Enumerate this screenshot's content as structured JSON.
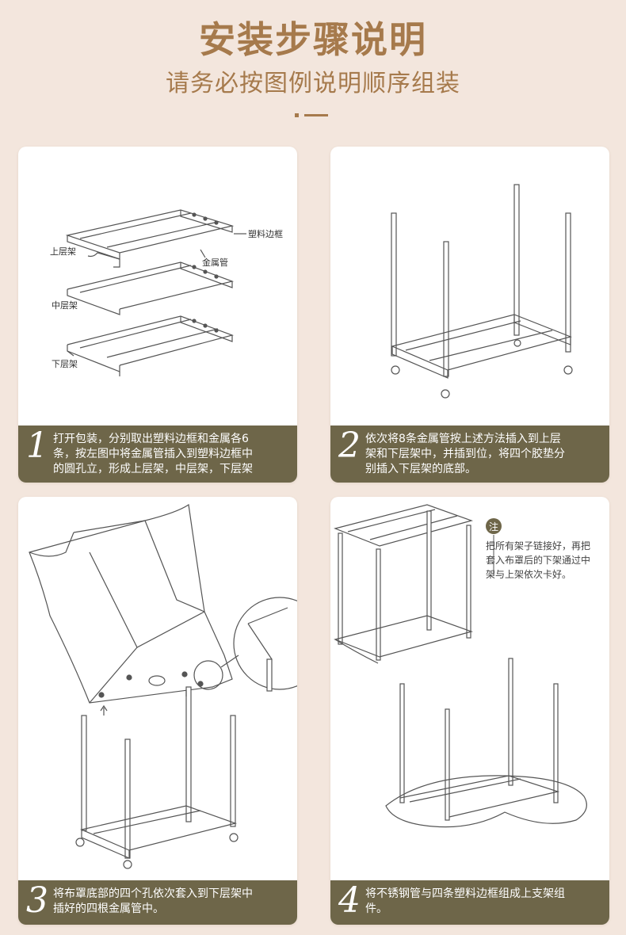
{
  "header": {
    "title": "安装步骤说明",
    "subtitle": "请务必按图例说明顺序组装"
  },
  "colors": {
    "background": "#f3e6dd",
    "title": "#a67a4c",
    "caption_bg": "#6e6649"
  },
  "steps": [
    {
      "number": "1",
      "text": "打开包装，分别取出塑料边框和金属各6\n条，按左图中将金属管插入到塑料边框中\n的圆孔立，形成上层架，中层架，下层架",
      "labels": {
        "upper": "上层架",
        "plastic_frame": "塑料边框",
        "metal_tube": "金属管",
        "middle": "中层架",
        "lower": "下层架"
      }
    },
    {
      "number": "2",
      "text": "依次将8条金属管按上述方法插入到上层\n架和下层架中，并插到位，将四个胶垫分\n别插入下层架的底部。"
    },
    {
      "number": "3",
      "text": "将布罩底部的四个孔依次套入到下层架中\n插好的四根金属管中。"
    },
    {
      "number": "4",
      "text": "将不锈钢管与四条塑料边框组成上支架组\n件。",
      "note": {
        "badge": "注",
        "lines": [
          "把所有架子链接好，再把",
          "套入布罩后的下架通过中",
          "架与上架依次卡好。"
        ]
      }
    }
  ]
}
